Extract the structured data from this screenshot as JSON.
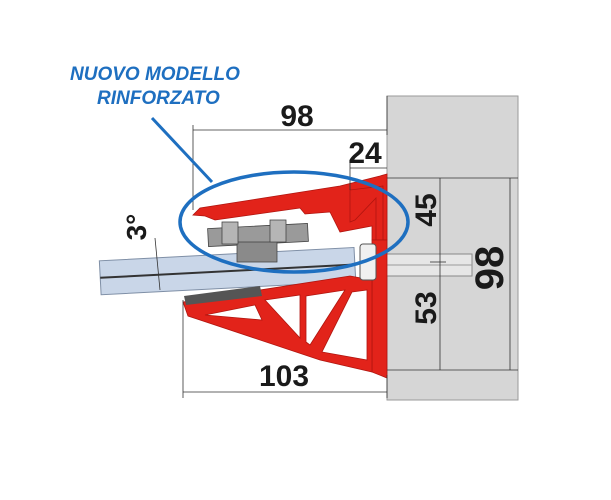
{
  "callout": {
    "line1": "NUOVO MODELLO",
    "line2": "RINFORZATO"
  },
  "dimensions": {
    "top_width": "98",
    "top_offset": "24",
    "upper_height": "45",
    "total_height": "98",
    "lower_height": "53",
    "bottom_width": "103",
    "angle": "3°"
  },
  "colors": {
    "profile": "#e2231a",
    "callout": "#1e6fc0",
    "wall": "#d4d4d4",
    "glass": "#c9d6e8",
    "gasket": "#8a8a8a"
  }
}
